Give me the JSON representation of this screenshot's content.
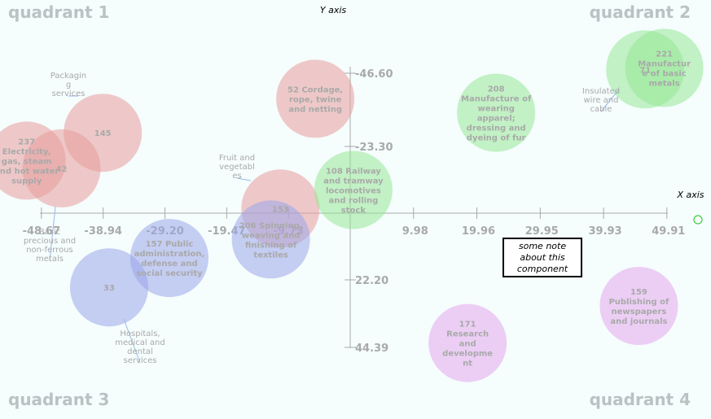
{
  "chart_data": {
    "type": "bubble",
    "xlabel": "X axis",
    "ylabel": "Y axis",
    "xlim": [
      -48.67,
      58.0
    ],
    "ylim": [
      -58.0,
      48.0
    ],
    "y_inverted": true,
    "x_ticks": [
      "-48.67",
      "-38.94",
      "-29.20",
      "-19.47",
      "-9.73",
      "9.98",
      "19.96",
      "29.95",
      "39.93",
      "49.91"
    ],
    "y_ticks": [
      "-46.60",
      "-23.30",
      "22.20",
      "44.39"
    ],
    "x_tick_values": [
      -48.67,
      -38.94,
      -29.2,
      -19.47,
      -9.73,
      9.98,
      19.96,
      29.95,
      39.93,
      49.91
    ],
    "y_tick_values": [
      -46.6,
      -23.3,
      22.2,
      44.39
    ],
    "quadrants": [
      "quadrant 1",
      "quadrant 2",
      "quadrant 3",
      "quadrant 4"
    ],
    "annotation": "some note about this component",
    "colors": {
      "red": "#e79c9c",
      "green": "#96e896",
      "blue": "#9aa6ea",
      "purple": "#e3a8ef",
      "axis": "#a9a9a9",
      "background": "#f5fdfd"
    },
    "bubbles": [
      {
        "label": "237 Electricity, gas, steam and hot water supply",
        "lines": [
          "237",
          "Electricity,",
          "gas, steam",
          "and hot water",
          "supply"
        ],
        "x": -51.0,
        "y": -17.0,
        "size": 1,
        "color": "red"
      },
      {
        "label": "42",
        "lines": [
          "42"
        ],
        "x": -45.5,
        "y": -14.5,
        "size": 1,
        "color": "red"
      },
      {
        "label": "145",
        "lines": [
          "145"
        ],
        "x": -39.0,
        "y": -26.0,
        "size": 1,
        "color": "red"
      },
      {
        "label": "52 Cordage, rope, twine and netting",
        "lines": [
          "52 Cordage,",
          "rope, twine",
          "and netting"
        ],
        "x": -5.5,
        "y": -37.0,
        "size": 1,
        "color": "red"
      },
      {
        "label": "153",
        "lines": [
          "153"
        ],
        "x": -11.0,
        "y": -1.5,
        "size": 1,
        "color": "red"
      },
      {
        "label": "108 Railway and tramway locomotives and rolling stock",
        "lines": [
          "108 Railway",
          "and tramway",
          "locomotives",
          "and rolling",
          "stock"
        ],
        "x": 0.5,
        "y": -7.5,
        "size": 1,
        "color": "green"
      },
      {
        "label": "208 Manufacture of wearing apparel; dressing and dyeing of fur",
        "lines": [
          "208",
          "Manufacture of",
          "wearing",
          "apparel;",
          "dressing and",
          "dyeing of fur"
        ],
        "x": 23.0,
        "y": -32.5,
        "size": 1,
        "color": "green"
      },
      {
        "label": "71",
        "lines": [
          "71"
        ],
        "x": 46.5,
        "y": -46.5,
        "size": 1,
        "color": "green"
      },
      {
        "label": "221 Manufacture of basic metals",
        "lines": [
          "221",
          "Manufactur",
          "e of basic",
          "metals"
        ],
        "x": 49.5,
        "y": -47.0,
        "size": 1,
        "color": "green"
      },
      {
        "label": "206 Spinning, weaving and finishing of textiles",
        "lines": [
          "206 Spinning,",
          "weaving and",
          "finishing of",
          "textiles"
        ],
        "x": -12.5,
        "y": 8.5,
        "size": 1,
        "color": "blue"
      },
      {
        "label": "157 Public administration, defense and social security",
        "lines": [
          "157 Public",
          "administration,",
          "defense and",
          "social security"
        ],
        "x": -28.5,
        "y": 14.5,
        "size": 1,
        "color": "blue"
      },
      {
        "label": "33",
        "lines": [
          "33"
        ],
        "x": -38.0,
        "y": 24.0,
        "size": 1,
        "color": "blue"
      },
      {
        "label": "171 Research and development",
        "lines": [
          "171",
          "Research",
          "and",
          "developme",
          "nt"
        ],
        "x": 18.5,
        "y": 42.0,
        "size": 1,
        "color": "purple"
      },
      {
        "label": "159 Publishing of newspapers and journals",
        "lines": [
          "159",
          "Publishing of",
          "newspapers",
          "and journals"
        ],
        "x": 45.5,
        "y": 30.0,
        "size": 1,
        "color": "purple"
      }
    ],
    "external_labels": [
      {
        "lines": [
          "Packagin",
          "g",
          "services"
        ],
        "for": "145"
      },
      {
        "lines": [
          "Insulated",
          "wire and",
          "cable"
        ],
        "for": "71"
      },
      {
        "lines": [
          "Fruit and",
          "vegetabl",
          "es"
        ],
        "for": "153"
      },
      {
        "lines": [
          "Basic",
          "precious and",
          "non-ferrous",
          "metals"
        ],
        "for": "42"
      },
      {
        "lines": [
          "Hospitals,",
          "medical and",
          "dental",
          "services"
        ],
        "for": "33"
      }
    ]
  }
}
